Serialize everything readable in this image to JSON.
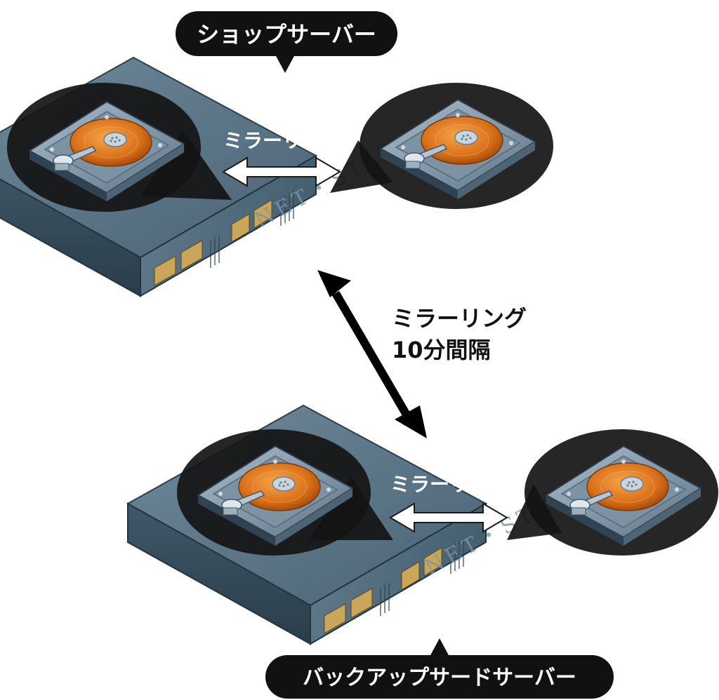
{
  "diagram": {
    "top_server": {
      "name": "ショップサーバー",
      "internal_sync": "ミラーリング",
      "chassis_brand": "NET・STATION"
    },
    "link": {
      "label_line1": "ミラーリング",
      "label_line2": "10分間隔"
    },
    "bottom_server": {
      "name": "バックアップサードサーバー",
      "internal_sync": "ミラーリング",
      "chassis_brand": "NET・STATION"
    },
    "colors": {
      "callout": "#111111",
      "callout_text": "#ffffff",
      "disk_platter": "#e8821a",
      "chassis": "#4a6678",
      "internal_arrow": "#ffffff",
      "link_arrow": "#000000"
    }
  }
}
